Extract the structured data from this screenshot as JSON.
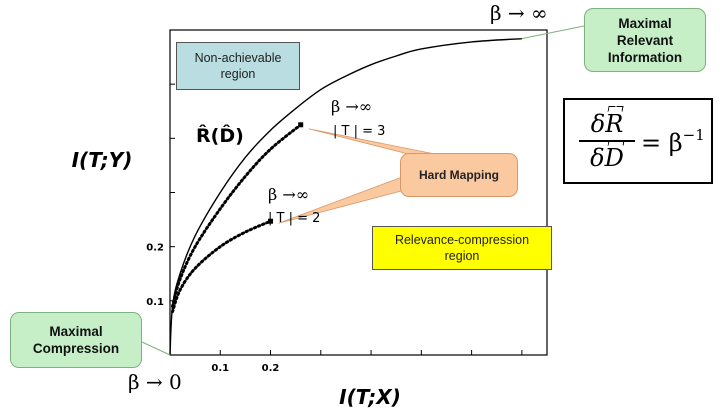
{
  "chart_data": {
    "type": "line",
    "xlabel": "I(T;X)",
    "ylabel": "I(T;Y)",
    "xlim": [
      0,
      0.75
    ],
    "ylim": [
      0,
      0.6
    ],
    "x_ticks": [
      0.1,
      0.2
    ],
    "y_ticks": [
      0.1,
      0.2
    ],
    "series": [
      {
        "x": [
          0,
          0.005,
          0.02,
          0.05,
          0.1,
          0.15,
          0.2,
          0.25,
          0.3,
          0.35,
          0.4,
          0.45,
          0.5,
          0.6,
          0.7
        ],
        "y": [
          0,
          0.09,
          0.15,
          0.22,
          0.3,
          0.365,
          0.415,
          0.455,
          0.49,
          0.515,
          0.536,
          0.552,
          0.565,
          0.578,
          0.584
        ]
      },
      {
        "name": "|T|=3",
        "x": [
          0.005,
          0.02,
          0.05,
          0.1,
          0.15,
          0.2,
          0.26
        ],
        "y": [
          0.09,
          0.14,
          0.2,
          0.27,
          0.33,
          0.38,
          0.425
        ]
      },
      {
        "name": "|T|=2",
        "x": [
          0.005,
          0.02,
          0.05,
          0.1,
          0.15,
          0.2
        ],
        "y": [
          0.08,
          0.12,
          0.16,
          0.2,
          0.227,
          0.247
        ]
      }
    ],
    "annotations": {
      "beta_inf_top": "β → ∞",
      "beta_zero": "β → 0",
      "beta_inf_t3": "β →∞",
      "beta_inf_t2": "β →∞",
      "curve_label_R": "R̂",
      "curve_label_D": "D̂",
      "t3_label": "| T | = 3",
      "t2_label": "| T | = 2"
    }
  },
  "labels": {
    "maximal_relevant": "Maximal Relevant Information",
    "maximal_compression": "Maximal Compression",
    "non_achievable": "Non-achievable region",
    "relevance_compression": "Relevance-compression region",
    "hard_mapping": "Hard Mapping"
  },
  "formula": {
    "numerator": "δR",
    "denominator": "δD",
    "rhs": "= β",
    "exponent": "−1"
  },
  "colors": {
    "green_label": "#c6efc8",
    "blue_region": "#b9dde0",
    "yellow_region": "#ffff00",
    "orange_label": "#fbc9a0"
  }
}
